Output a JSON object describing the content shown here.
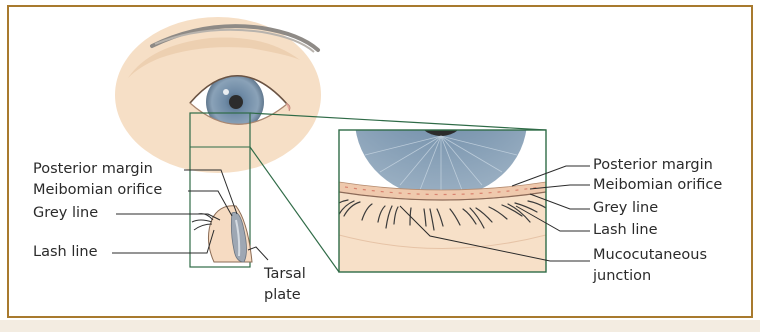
{
  "left_labels": {
    "posterior_margin": "Posterior margin",
    "meibomian_orifice": "Meibomian orifice",
    "grey_line": "Grey line",
    "lash_line": "Lash line",
    "tarsal_plate_line1": "Tarsal",
    "tarsal_plate_line2": "plate"
  },
  "right_labels": {
    "posterior_margin": "Posterior margin",
    "meibomian_orifice": "Meibomian orifice",
    "grey_line": "Grey line",
    "lash_line": "Lash line",
    "mucocutaneous_line1": "Mucocutaneous",
    "mucocutaneous_line2": "junction"
  },
  "colors": {
    "frame": "#a87a2e",
    "skin": "#f4dcc2",
    "iris": "#7f97ad",
    "pupil": "#2c2c2c",
    "leader_green": "#2f6b47",
    "tarsal_plate": "#9ea7b3"
  }
}
